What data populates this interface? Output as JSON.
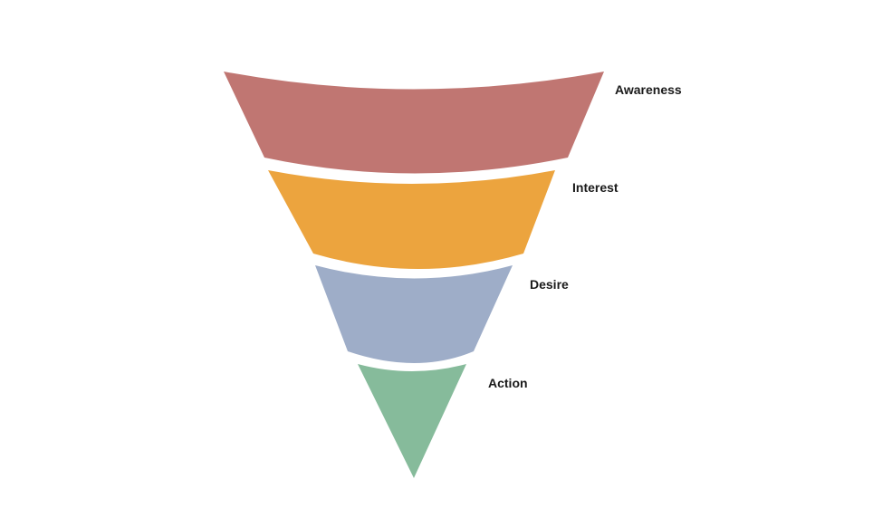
{
  "funnel": {
    "stages": [
      {
        "label": "Awareness",
        "color": "#c07672"
      },
      {
        "label": "Interest",
        "color": "#eca43e"
      },
      {
        "label": "Desire",
        "color": "#9eadc8"
      },
      {
        "label": "Action",
        "color": "#86bb9b"
      }
    ]
  }
}
